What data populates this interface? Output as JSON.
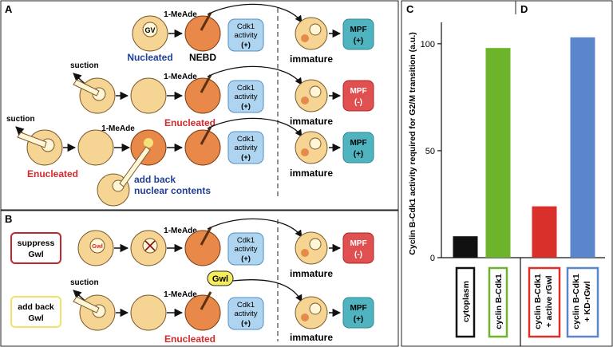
{
  "colors": {
    "oocyte_fill": "#f6d493",
    "oocyte_stroke": "#7a5a2a",
    "dark_oocyte_fill": "#e8894a",
    "dark_oocyte_stroke": "#7a3a12",
    "cdk1_fill": "#aed4ef",
    "cdk1_stroke": "#4d8fc3",
    "mpf_plus": "#4fb3c0",
    "mpf_minus": "#e05050",
    "blue_text": "#1f3f9a",
    "red_text": "#d42a2a",
    "gwl_fill": "#f5ee5a",
    "bar_cytoplasm": "#111111",
    "bar_cyclin": "#6cb52a",
    "bar_active": "#d9302c",
    "bar_kd": "#5a86cc"
  },
  "panel_a": {
    "label": "A",
    "row1": {
      "gv": "GV",
      "drug": "1-MeAde",
      "nucleated": "Nucleated",
      "nebd": "NEBD",
      "cdk1": [
        "Cdk1",
        "activity",
        "(+)"
      ],
      "immature": "immature",
      "mpf": [
        "MPF",
        "(+)"
      ]
    },
    "row2": {
      "suction": "suction",
      "drug": "1-MeAde",
      "enucleated": "Enucleated",
      "cdk1": [
        "Cdk1",
        "activity",
        "(+)"
      ],
      "immature": "immature",
      "mpf": [
        "MPF",
        "(-)"
      ]
    },
    "row3": {
      "suction": "suction",
      "drug": "1-MeAde",
      "enucleated": "Enucleated",
      "add_back": [
        "add back",
        "nuclear contents"
      ],
      "cdk1": [
        "Cdk1",
        "activity",
        "(+)"
      ],
      "immature": "immature",
      "mpf": [
        "MPF",
        "(+)"
      ]
    }
  },
  "panel_b": {
    "label": "B",
    "row1": {
      "box": [
        "suppress",
        "Gwl"
      ],
      "gwl_tag": "Gwl",
      "drug": "1-MeAde",
      "cdk1": [
        "Cdk1",
        "activity",
        "(+)"
      ],
      "immature": "immature",
      "mpf": [
        "MPF",
        "(-)"
      ]
    },
    "row2": {
      "box": [
        "add back",
        "Gwl"
      ],
      "suction": "suction",
      "drug": "1-MeAde",
      "enucleated": "Enucleated",
      "gwl_bubble": "Gwl",
      "cdk1": [
        "Cdk1",
        "activity",
        "(+)"
      ],
      "immature": "immature",
      "mpf": [
        "MPF",
        "(+)"
      ]
    }
  },
  "panel_c_label": "C",
  "panel_d_label": "D",
  "chart_data": {
    "type": "bar",
    "ylabel": "Cyclin B-Cdk1 activity required for G2/M transition (a.u.)",
    "ylim": [
      0,
      110
    ],
    "yticks": [
      "0",
      "50",
      "100"
    ],
    "ytick_values": [
      0,
      50,
      100
    ],
    "categories": [
      {
        "lines": [
          "cytoplasm"
        ]
      },
      {
        "lines": [
          "cyclin B-Cdk1"
        ]
      },
      {
        "lines": [
          "cyclin B-Cdk1",
          "+ active rGwl"
        ]
      },
      {
        "lines": [
          "cyclin B-Cdk1",
          "+ KD-rGwl"
        ]
      }
    ],
    "values": [
      10,
      98,
      24,
      103
    ]
  }
}
